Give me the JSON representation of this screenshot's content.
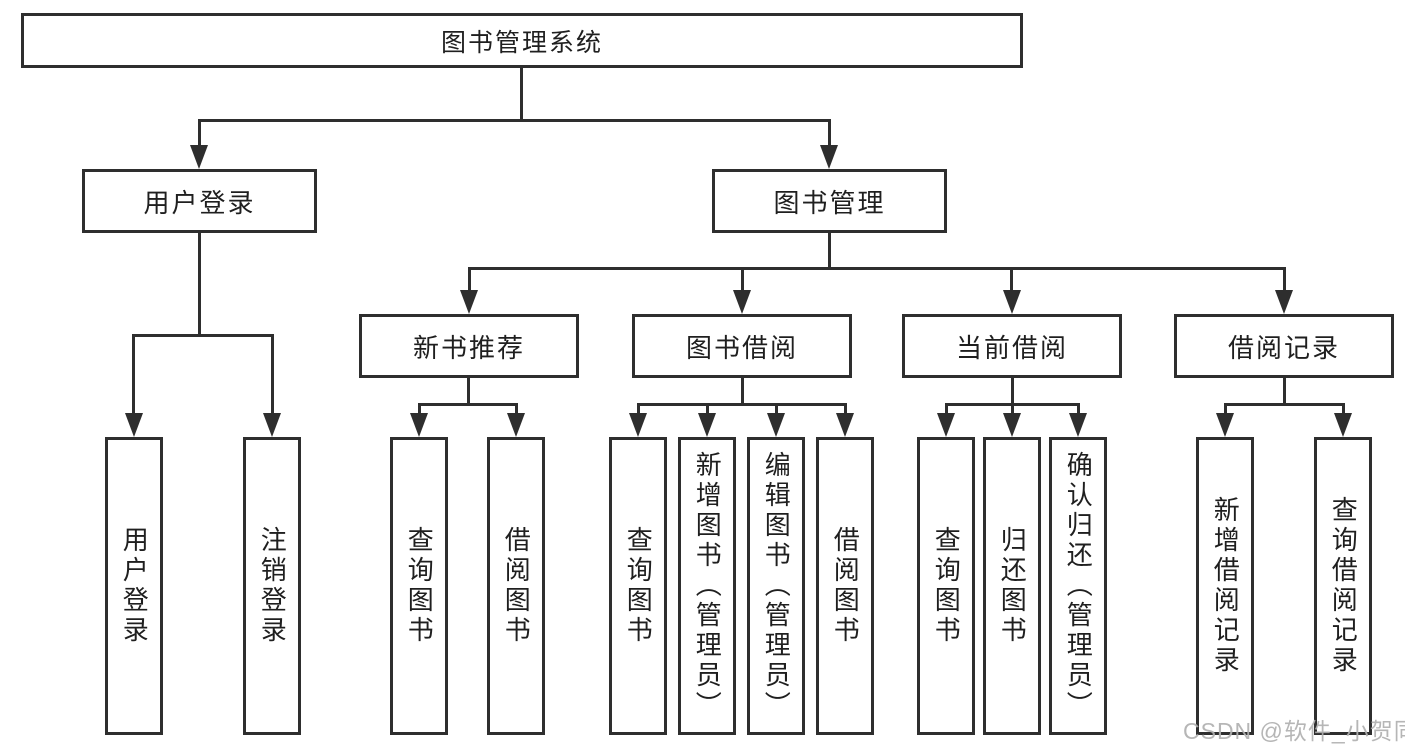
{
  "tree": {
    "root": {
      "label": "图书管理系统"
    },
    "branches": [
      {
        "label": "用户登录",
        "children": [
          {
            "label": "用户登录"
          },
          {
            "label": "注销登录"
          }
        ]
      },
      {
        "label": "图书管理",
        "children": [
          {
            "label": "新书推荐",
            "children": [
              {
                "label": "查询图书"
              },
              {
                "label": "借阅图书"
              }
            ]
          },
          {
            "label": "图书借阅",
            "children": [
              {
                "label": "查询图书"
              },
              {
                "label": "新增图书（管理员）"
              },
              {
                "label": "编辑图书（管理员）"
              },
              {
                "label": "借阅图书"
              }
            ]
          },
          {
            "label": "当前借阅",
            "children": [
              {
                "label": "查询图书"
              },
              {
                "label": "归还图书"
              },
              {
                "label": "确认归还（管理员）"
              }
            ]
          },
          {
            "label": "借阅记录",
            "children": [
              {
                "label": "新增借阅记录"
              },
              {
                "label": "查询借阅记录"
              }
            ]
          }
        ]
      }
    ]
  },
  "watermark": {
    "text": "CSDN @软件_小贺同学",
    "color": "#b0b0b0"
  },
  "colors": {
    "line": "#2e2e2e",
    "border": "#2e2e2e",
    "text": "#1f1f1f",
    "background": "#ffffff"
  }
}
